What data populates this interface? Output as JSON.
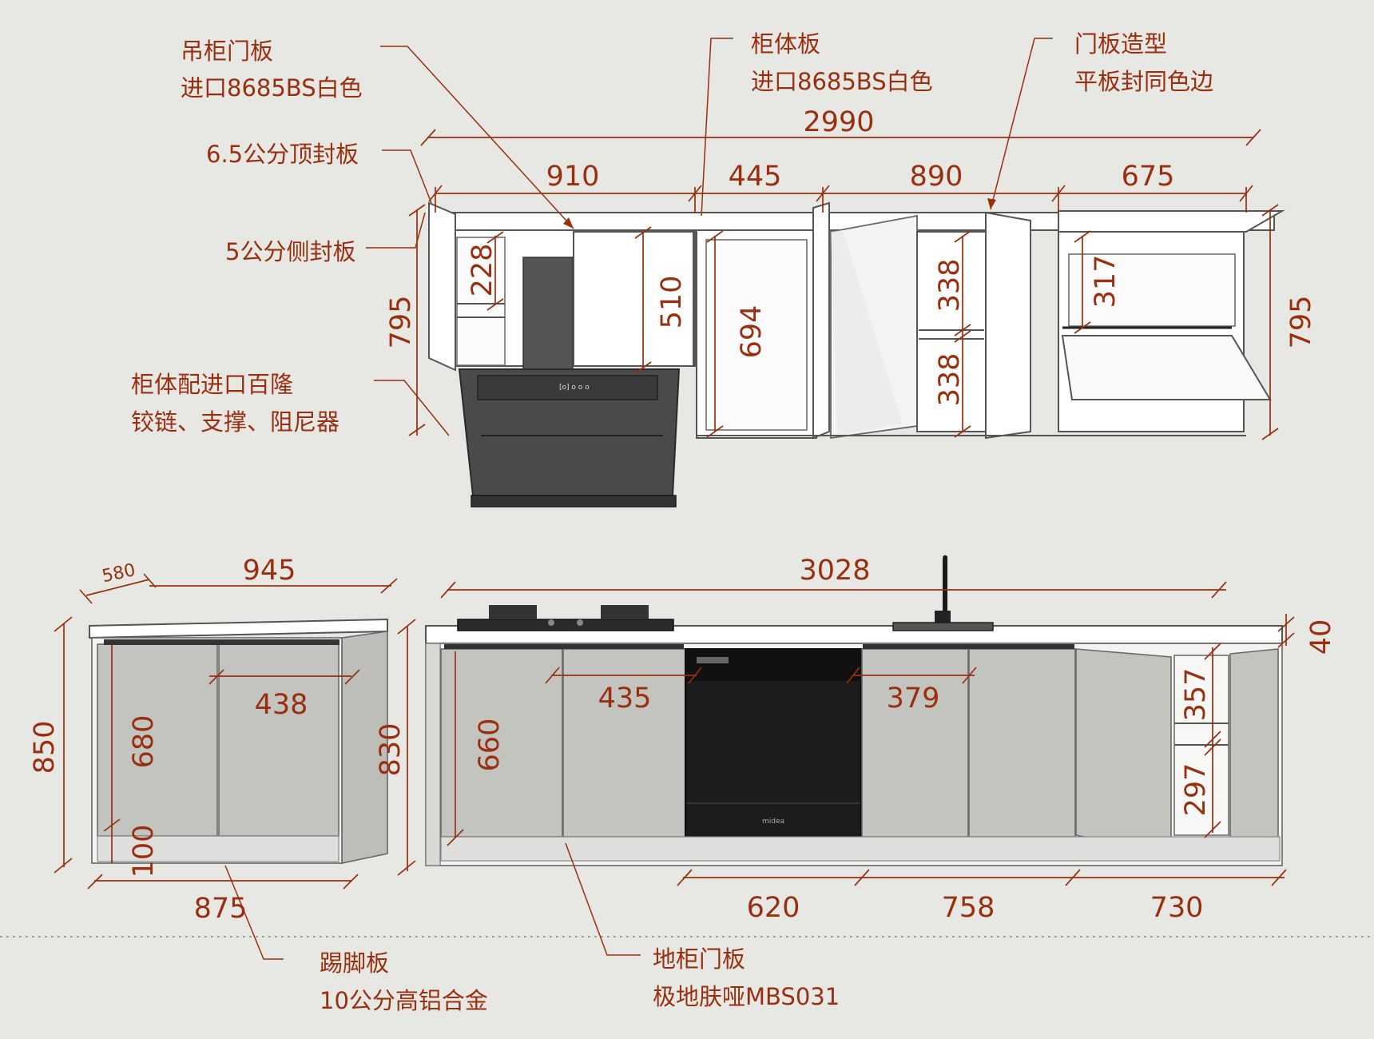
{
  "labels": {
    "upper_door_1": "吊柜门板",
    "upper_door_2": "进口8685BS白色",
    "top_seal": "6.5公分顶封板",
    "side_seal": "5公分侧封板",
    "hardware_1": "柜体配进口百隆",
    "hardware_2": "铰链、支撑、阻尼器",
    "carcass_1": "柜体板",
    "carcass_2": "进口8685BS白色",
    "door_style_1": "门板造型",
    "door_style_2": "平板封同色边",
    "kick_1": "踢脚板",
    "kick_2": "10公分高铝合金",
    "base_door_1": "地柜门板",
    "base_door_2": "极地肤哑MBS031"
  },
  "upper": {
    "total": "2990",
    "w1": "910",
    "w2": "445",
    "w3": "890",
    "w4": "675",
    "h_left": "795",
    "h_right": "795",
    "shelf_228": "228",
    "d510": "510",
    "d694": "694",
    "d338a": "338",
    "d338b": "338",
    "d317": "317"
  },
  "island": {
    "depth": "580",
    "width": "945",
    "h850": "850",
    "h680": "680",
    "d438": "438",
    "h830": "830",
    "h100": "100",
    "w875": "875"
  },
  "base": {
    "total": "3028",
    "top40": "40",
    "d435": "435",
    "d379": "379",
    "h660": "660",
    "d357": "357",
    "d297": "297",
    "w620": "620",
    "w758": "758",
    "w730": "730"
  },
  "colors": {
    "annotation": "#9a2f0f",
    "background": "#e7e7e3",
    "base_door": "#c3c4c0",
    "appliance": "#1c1c1c"
  },
  "icons": [
    "range-hood-icon",
    "gas-hob-icon",
    "faucet-icon",
    "sink-icon",
    "dishwasher-icon"
  ]
}
